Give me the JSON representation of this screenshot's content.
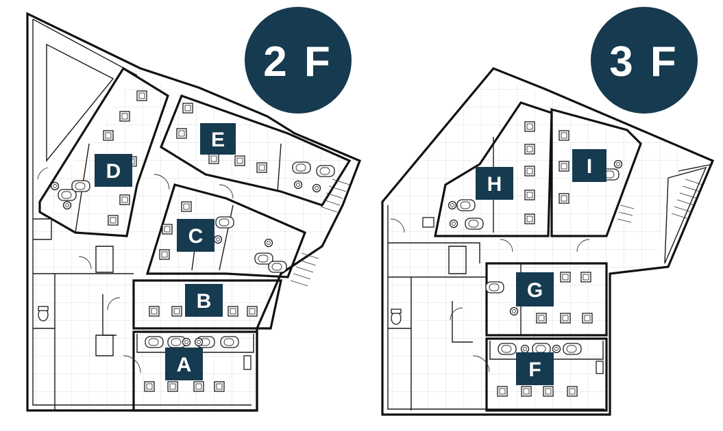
{
  "floors": [
    {
      "label": "2 F",
      "rooms": [
        "A",
        "B",
        "C",
        "D",
        "E"
      ]
    },
    {
      "label": "3 F",
      "rooms": [
        "F",
        "G",
        "H",
        "I"
      ]
    }
  ],
  "colors": {
    "badge": "#163a4f",
    "line": "#1a1a1a",
    "background": "#ffffff"
  }
}
